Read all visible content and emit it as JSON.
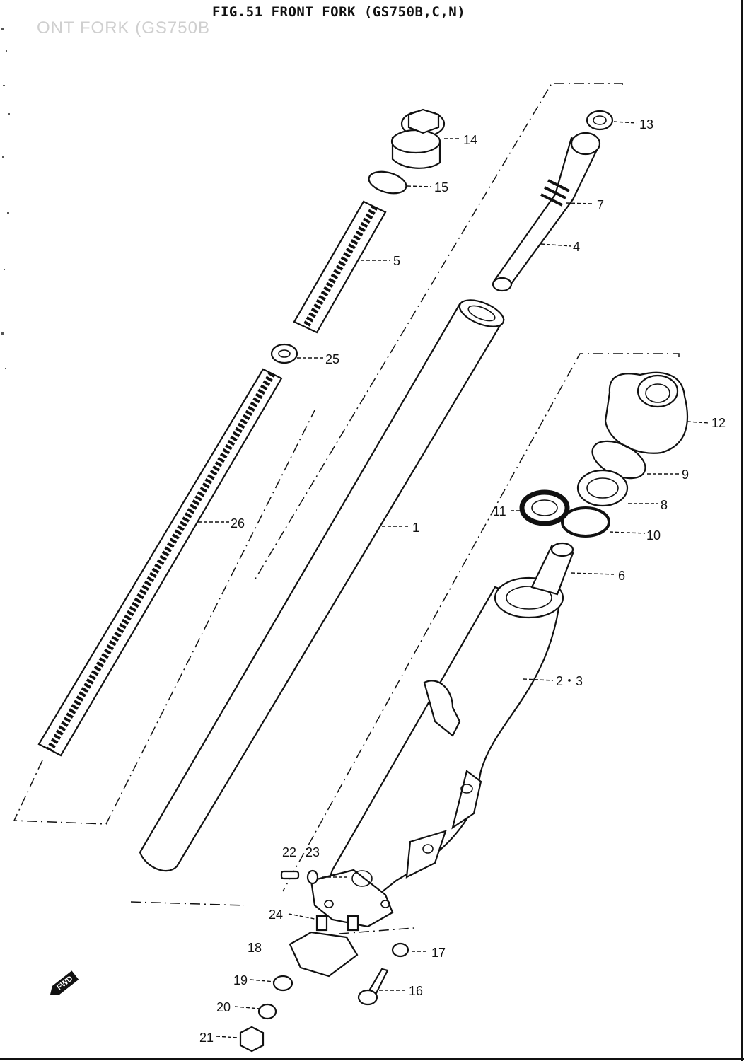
{
  "header": {
    "title": "FIG.51  FRONT FORK (GS750B,C,N)",
    "ghost_text": "ONT FORK (GS750B"
  },
  "direction_marker": {
    "label": "FWD",
    "icon": "forward-arrow-icon"
  },
  "callouts": [
    {
      "id": "p14",
      "label": "14"
    },
    {
      "id": "p13",
      "label": "13"
    },
    {
      "id": "p15",
      "label": "15"
    },
    {
      "id": "p7",
      "label": "7"
    },
    {
      "id": "p4",
      "label": "4"
    },
    {
      "id": "p5",
      "label": "5"
    },
    {
      "id": "p25",
      "label": "25"
    },
    {
      "id": "p12",
      "label": "12"
    },
    {
      "id": "p9",
      "label": "9"
    },
    {
      "id": "p8",
      "label": "8"
    },
    {
      "id": "p26",
      "label": "26"
    },
    {
      "id": "p1",
      "label": "1"
    },
    {
      "id": "p11",
      "label": "11"
    },
    {
      "id": "p10",
      "label": "10"
    },
    {
      "id": "p6",
      "label": "6"
    },
    {
      "id": "p23a",
      "label": "2・3"
    },
    {
      "id": "p22",
      "label": "22"
    },
    {
      "id": "p23",
      "label": "23"
    },
    {
      "id": "p24",
      "label": "24"
    },
    {
      "id": "p18",
      "label": "18"
    },
    {
      "id": "p17",
      "label": "17"
    },
    {
      "id": "p19",
      "label": "19"
    },
    {
      "id": "p16",
      "label": "16"
    },
    {
      "id": "p20",
      "label": "20"
    },
    {
      "id": "p21",
      "label": "21"
    }
  ]
}
